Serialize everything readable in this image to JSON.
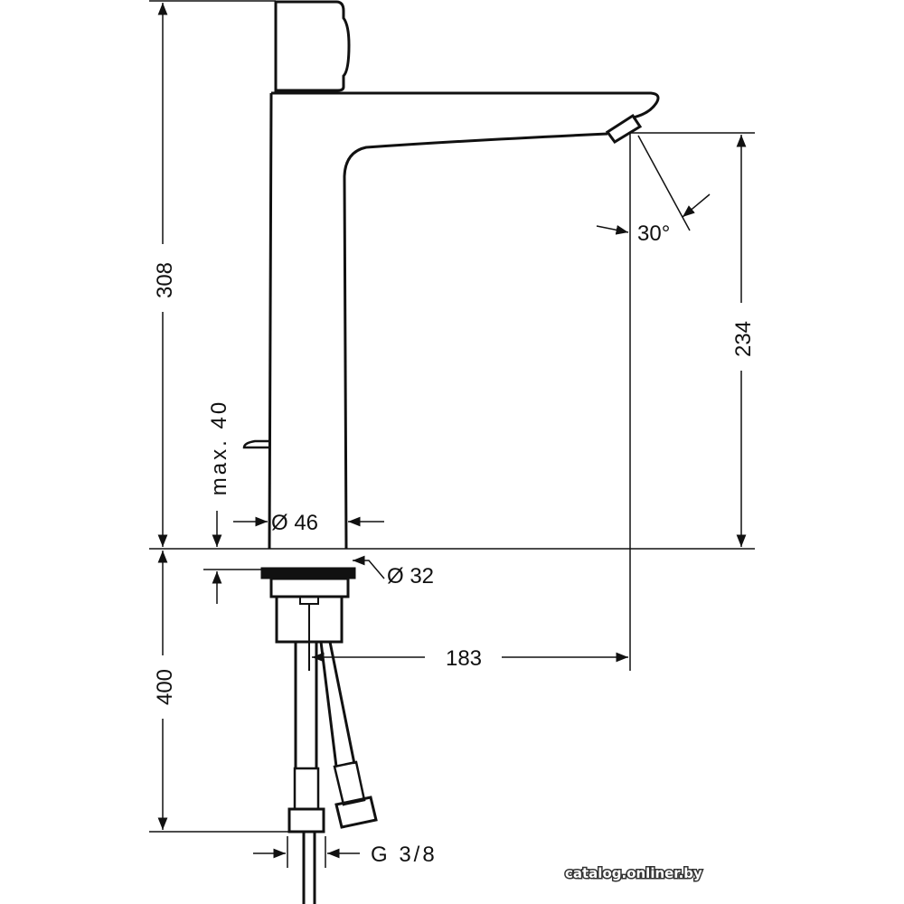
{
  "dimensions": {
    "total_height": "308",
    "below_deck": "400",
    "spout_height": "234",
    "spout_reach": "183",
    "spray_angle": "30°",
    "body_diameter": "Ø 46",
    "shank_diameter": "Ø 32",
    "max_deck_thickness": "max. 40",
    "connection_thread": "G 3/8"
  },
  "watermark": "catalog.onliner.by"
}
